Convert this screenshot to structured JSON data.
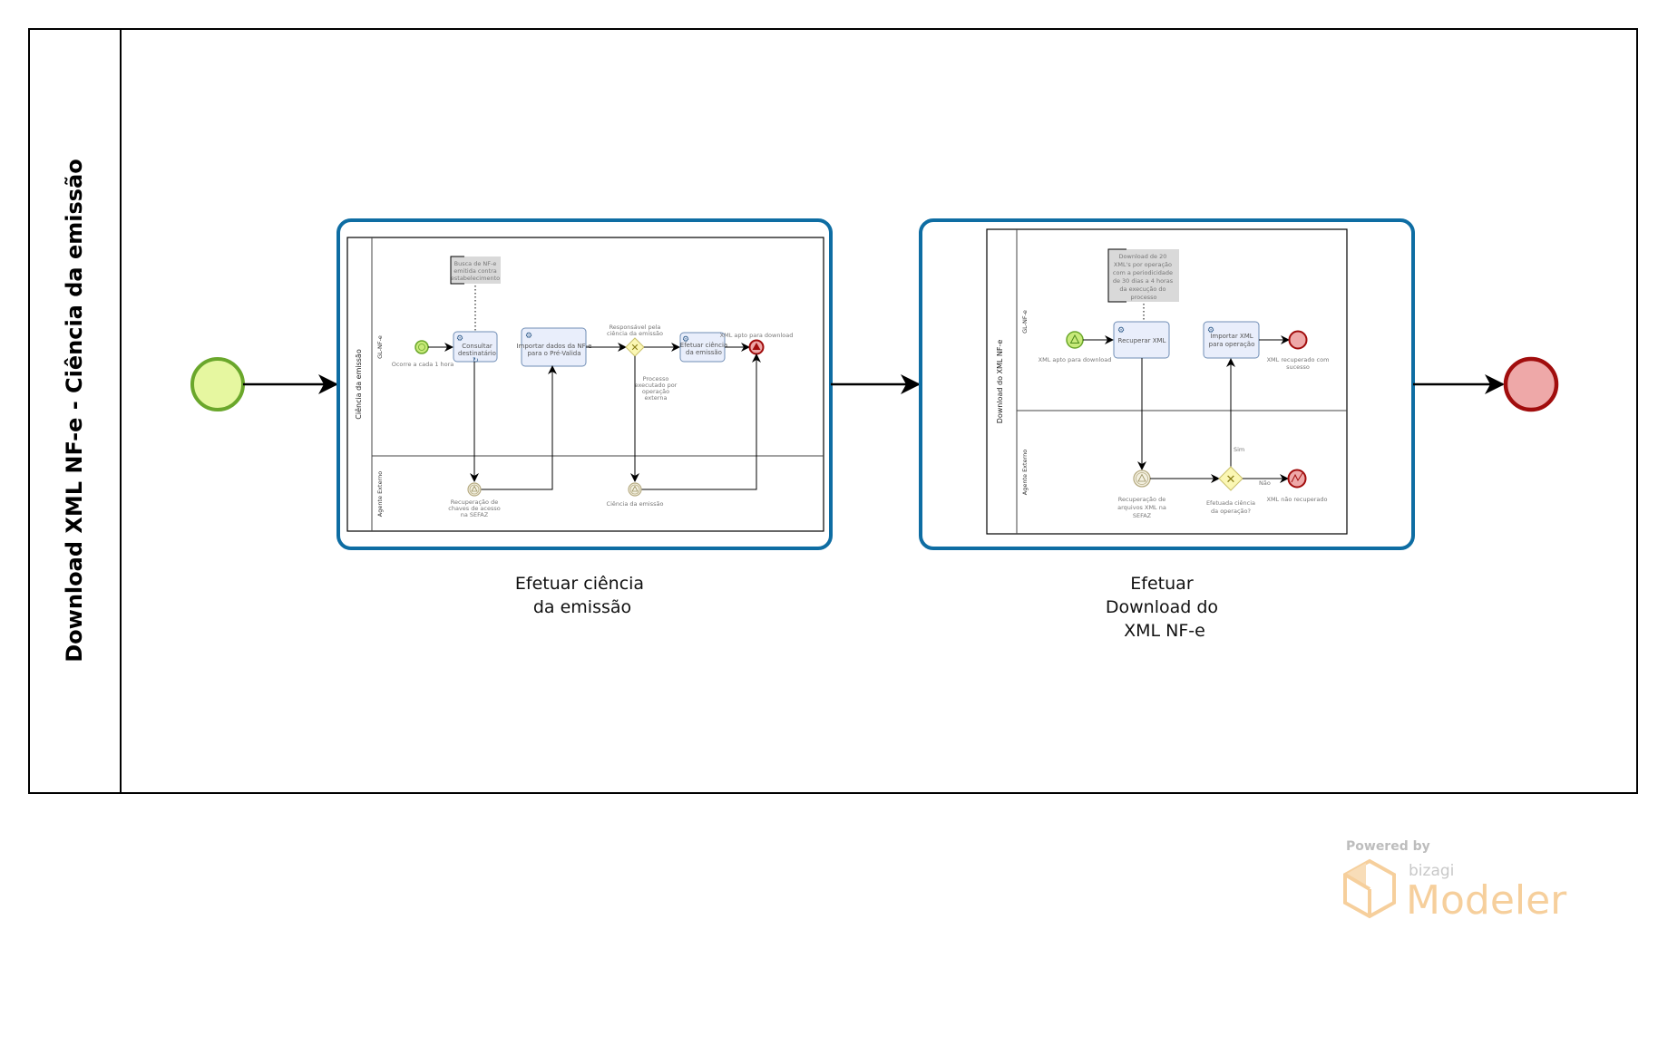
{
  "pool": {
    "title": "Download XML NF-e - Ciência da emissão"
  },
  "main_flow": {
    "start_event": "start-event",
    "end_event": "end-event",
    "subprocesses": [
      {
        "label_lines": [
          "Efetuar ciência",
          "da emissão"
        ]
      },
      {
        "label_lines": [
          "Efetuar",
          "Download do",
          "XML NF-e"
        ]
      }
    ]
  },
  "subprocess1": {
    "pool_label": "Ciência da emissão",
    "lanes": [
      "GL-NF-e",
      "Agente Externo"
    ],
    "annotation_lines": [
      "Busca de NF-e",
      "emitida contra",
      "estabelecimento"
    ],
    "start_event_label": "Ocorre a cada 1 hora",
    "tasks": [
      {
        "lines": [
          "Consultar",
          "destinatário"
        ]
      },
      {
        "lines": [
          "Importar dados da NF-e",
          "para o Pré-Valida"
        ]
      },
      {
        "lines": [
          "Efetuar ciência",
          "da emissão"
        ]
      }
    ],
    "gateway_label_lines": [
      "Responsável pela",
      "ciência da emissão"
    ],
    "gateway_flow_label_lines": [
      "Processo",
      "executado por",
      "operação",
      "externa"
    ],
    "end_event_label": "XML apto para download",
    "catch_events": [
      {
        "lines": [
          "Recuperação de",
          "chaves de acesso",
          "na SEFAZ"
        ]
      },
      {
        "lines": [
          "Ciência da emissão"
        ]
      }
    ]
  },
  "subprocess2": {
    "pool_label": "Download do XML NF-e",
    "lanes": [
      "GL-NF-e",
      "Agente Externo"
    ],
    "annotation_lines": [
      "Download de 20",
      "XML's por operação",
      "com a periodicidade",
      "de 30 dias a 4 horas",
      "da execução do",
      "processo"
    ],
    "start_event_label": "XML apto para download",
    "tasks": [
      {
        "lines": [
          "Recuperar XML"
        ]
      },
      {
        "lines": [
          "Importar XML",
          "para operação"
        ]
      }
    ],
    "end_event_success_lines": [
      "XML recuperado com",
      "sucesso"
    ],
    "catch_event_lines": [
      "Recuperação de",
      "arquivos XML na",
      "SEFAZ"
    ],
    "gateway_label_lines": [
      "Efetuada ciência",
      "da operação?"
    ],
    "flow_yes": "Sim",
    "flow_no": "Não",
    "end_event_error_label": "XML não recuperado"
  },
  "branding": {
    "powered_by": "Powered by",
    "vendor": "bizagi",
    "product": "Modeler"
  },
  "colors": {
    "subprocess_border": "#0e6da3",
    "start_fill": "#e6f7a0",
    "start_stroke": "#6aa72b",
    "end_fill": "#eea8a8",
    "end_stroke": "#a10d0d",
    "task_fill": "#e9eefb",
    "task_stroke": "#6f8db5",
    "gateway_fill": "#fbf7b4",
    "gateway_stroke": "#c9c06a",
    "annotation_fill": "#d9d9d9",
    "logo_orange": "#f6cf9c"
  }
}
